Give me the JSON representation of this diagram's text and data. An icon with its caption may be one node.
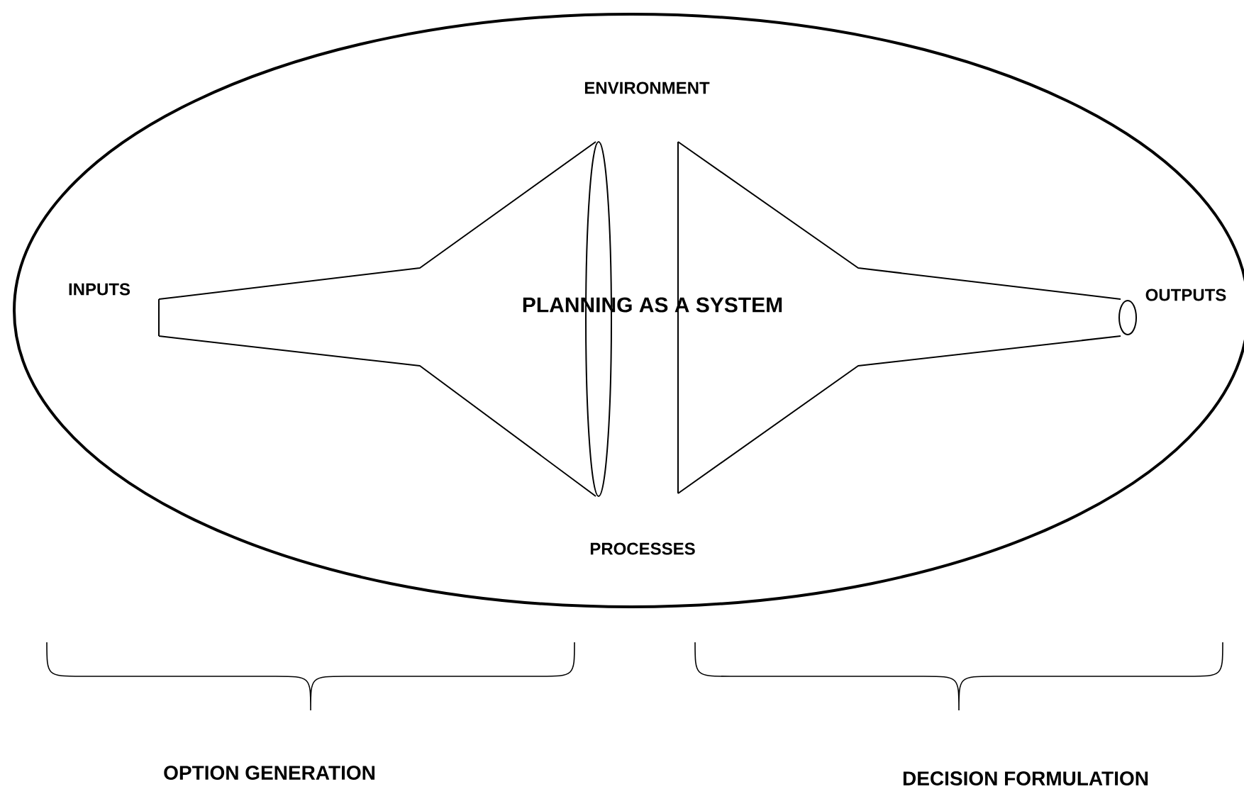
{
  "diagram": {
    "nodes": [
      {
        "text": [
          "ENVIRONMENT",
          "PROCESSES"
        ]
      }
    ],
    "labels": [
      "INPUTS",
      "PLANNING AS A SYSTEM",
      "OUTPUTS",
      "OPTION GENERATION",
      "DECISION FORMULATION"
    ]
  }
}
